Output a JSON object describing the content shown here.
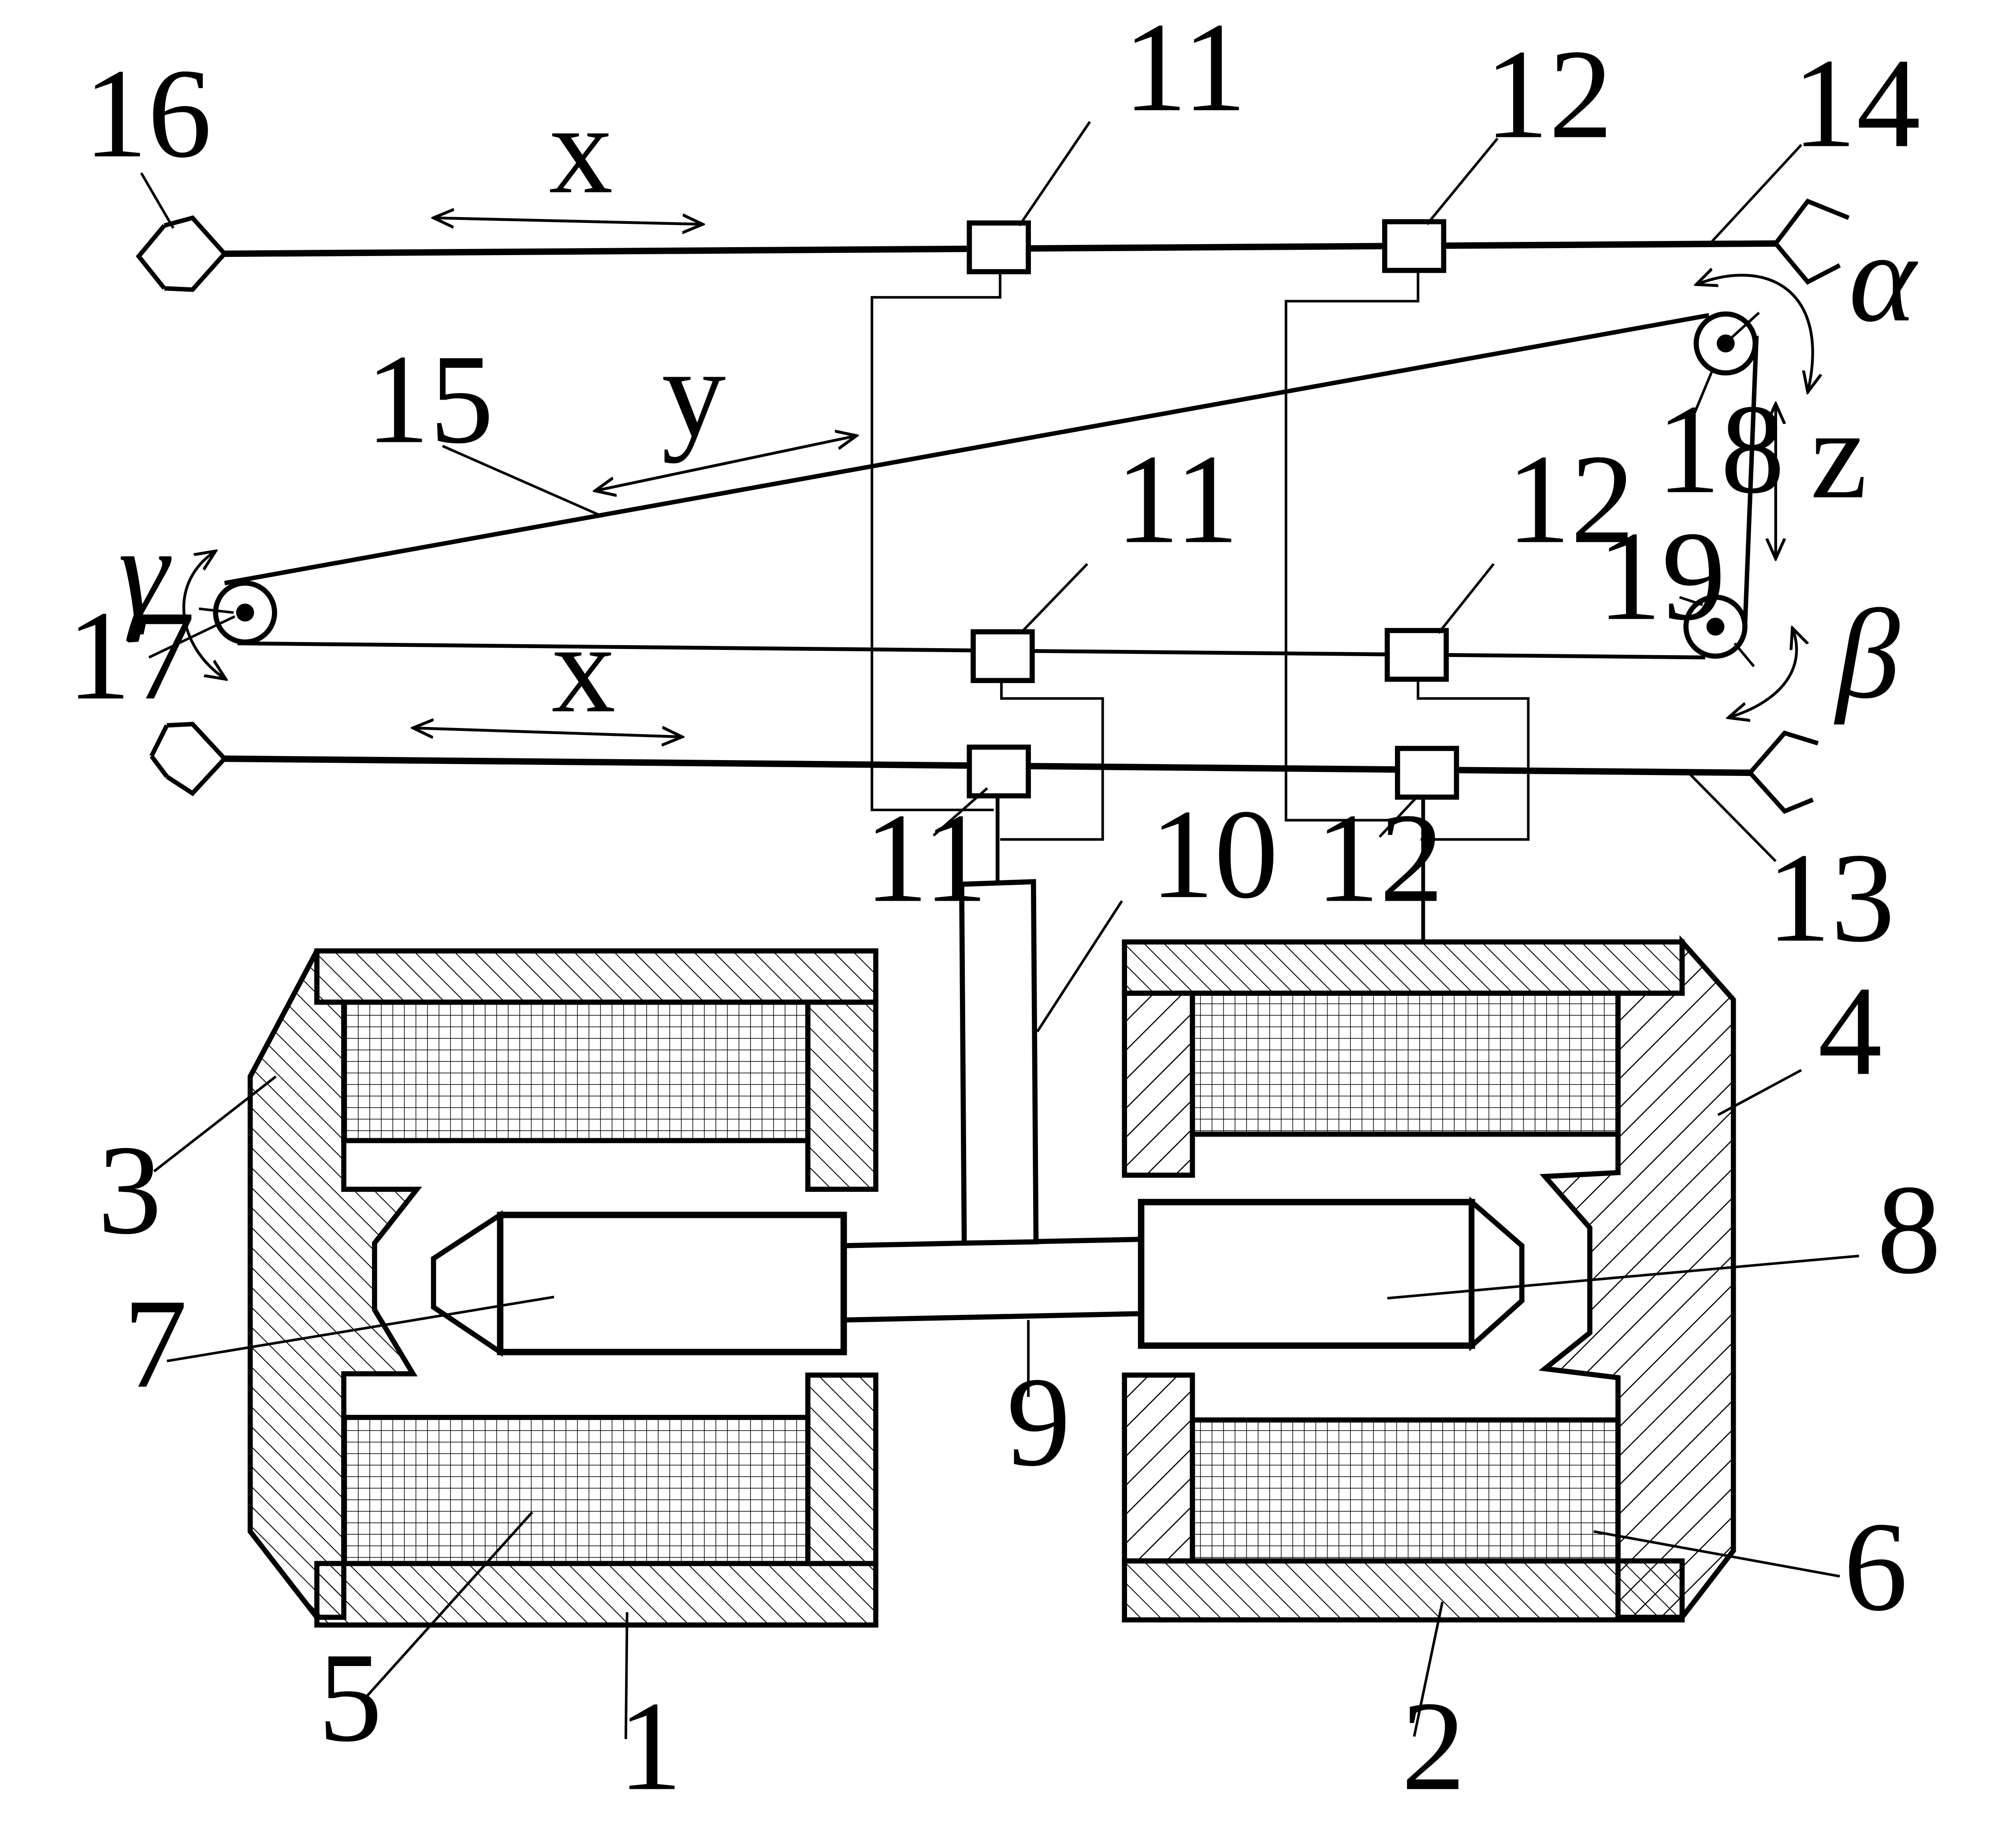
{
  "diagram": {
    "labels": {
      "n1": "1",
      "n2": "2",
      "n3": "3",
      "n4": "4",
      "n5": "5",
      "n6": "6",
      "n7": "7",
      "n8": "8",
      "n9": "9",
      "n10": "10",
      "n11_top": "11",
      "n11_mid": "11",
      "n11_bottom": "11",
      "n12_top": "12",
      "n12_mid": "12",
      "n12_bottom": "12",
      "n13": "13",
      "n14": "14",
      "n15": "15",
      "n16": "16",
      "n17": "17",
      "n18": "18",
      "n19": "19"
    },
    "axes": {
      "x_top": "x",
      "x_bottom": "x",
      "y": "y",
      "z": "z",
      "alpha": "α",
      "beta": "β",
      "gamma": "γ"
    }
  }
}
